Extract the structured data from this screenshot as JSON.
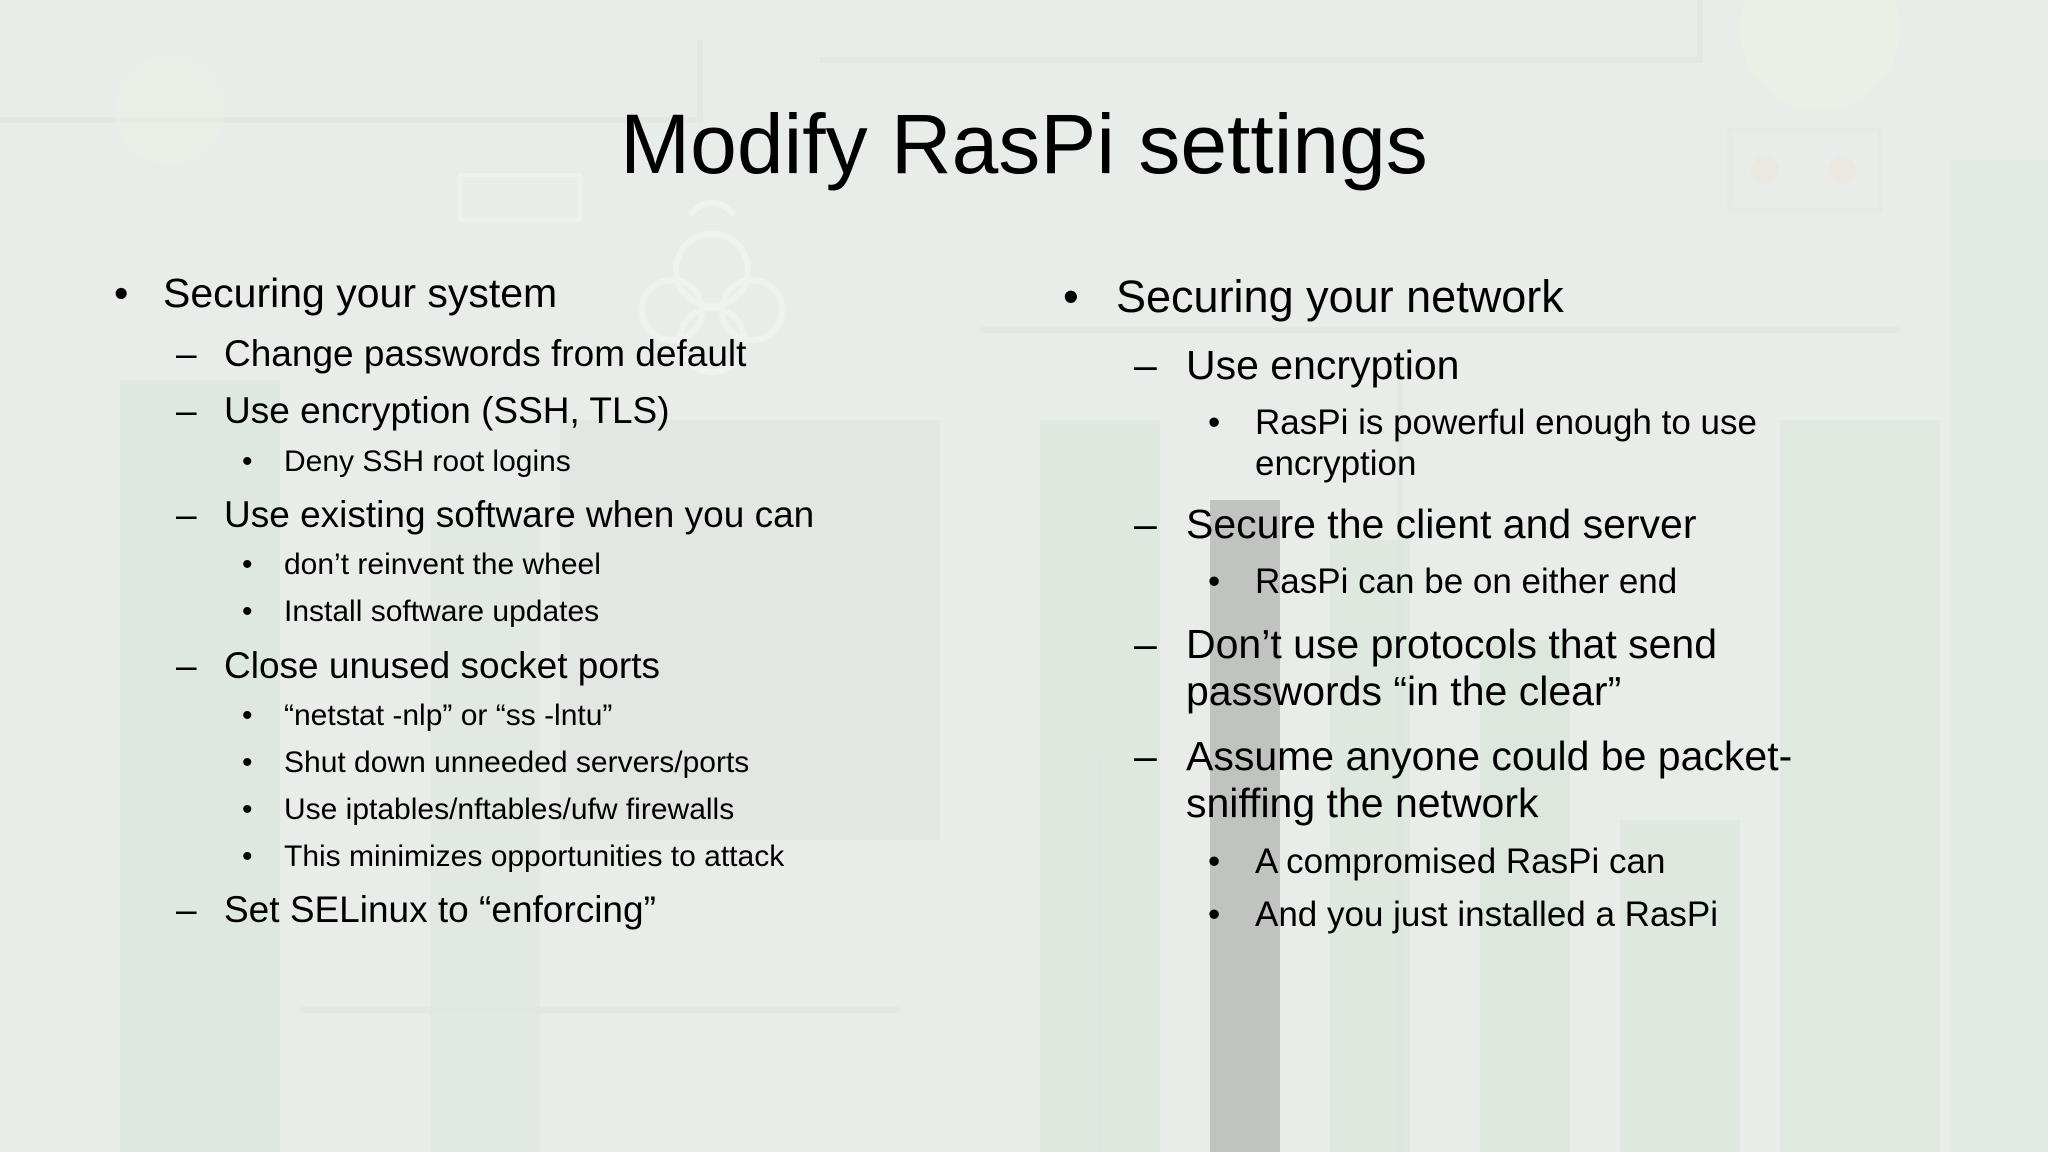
{
  "slide": {
    "title": "Modify RasPi settings",
    "left": {
      "heading": "Securing your system",
      "items": [
        {
          "text": "Change passwords from default",
          "sub": []
        },
        {
          "text": "Use encryption (SSH, TLS)",
          "sub": [
            "Deny SSH root logins"
          ]
        },
        {
          "text": "Use existing software when you can",
          "sub": [
            "don’t reinvent the wheel",
            "Install software updates"
          ]
        },
        {
          "text": "Close unused socket ports",
          "sub": [
            "“netstat -nlp” or “ss -lntu”",
            "Shut down unneeded servers/ports",
            "Use iptables/nftables/ufw firewalls",
            "This minimizes opportunities to attack"
          ]
        },
        {
          "text": "Set SELinux to “enforcing”",
          "sub": []
        }
      ]
    },
    "right": {
      "heading": "Securing your network",
      "items": [
        {
          "text": "Use encryption",
          "sub": [
            [
              "RasPi is powerful enough to use",
              "encryption"
            ]
          ]
        },
        {
          "text": "Secure the client and server",
          "sub": [
            [
              "RasPi can be on either end"
            ]
          ]
        },
        {
          "text": [
            "Don’t use protocols that send",
            "passwords “in the clear”"
          ],
          "sub": []
        },
        {
          "text": [
            "Assume anyone could be packet-",
            "sniffing the network"
          ],
          "sub": [
            [
              "A compromised RasPi can"
            ],
            [
              "And you just installed a RasPi"
            ]
          ]
        }
      ]
    },
    "bullets": {
      "level1": "•",
      "level2": "–",
      "level3": "•"
    },
    "colors": {
      "text": "#000000",
      "background_tint": "#e2e7e2",
      "board_green": "#9fc7a4"
    }
  }
}
